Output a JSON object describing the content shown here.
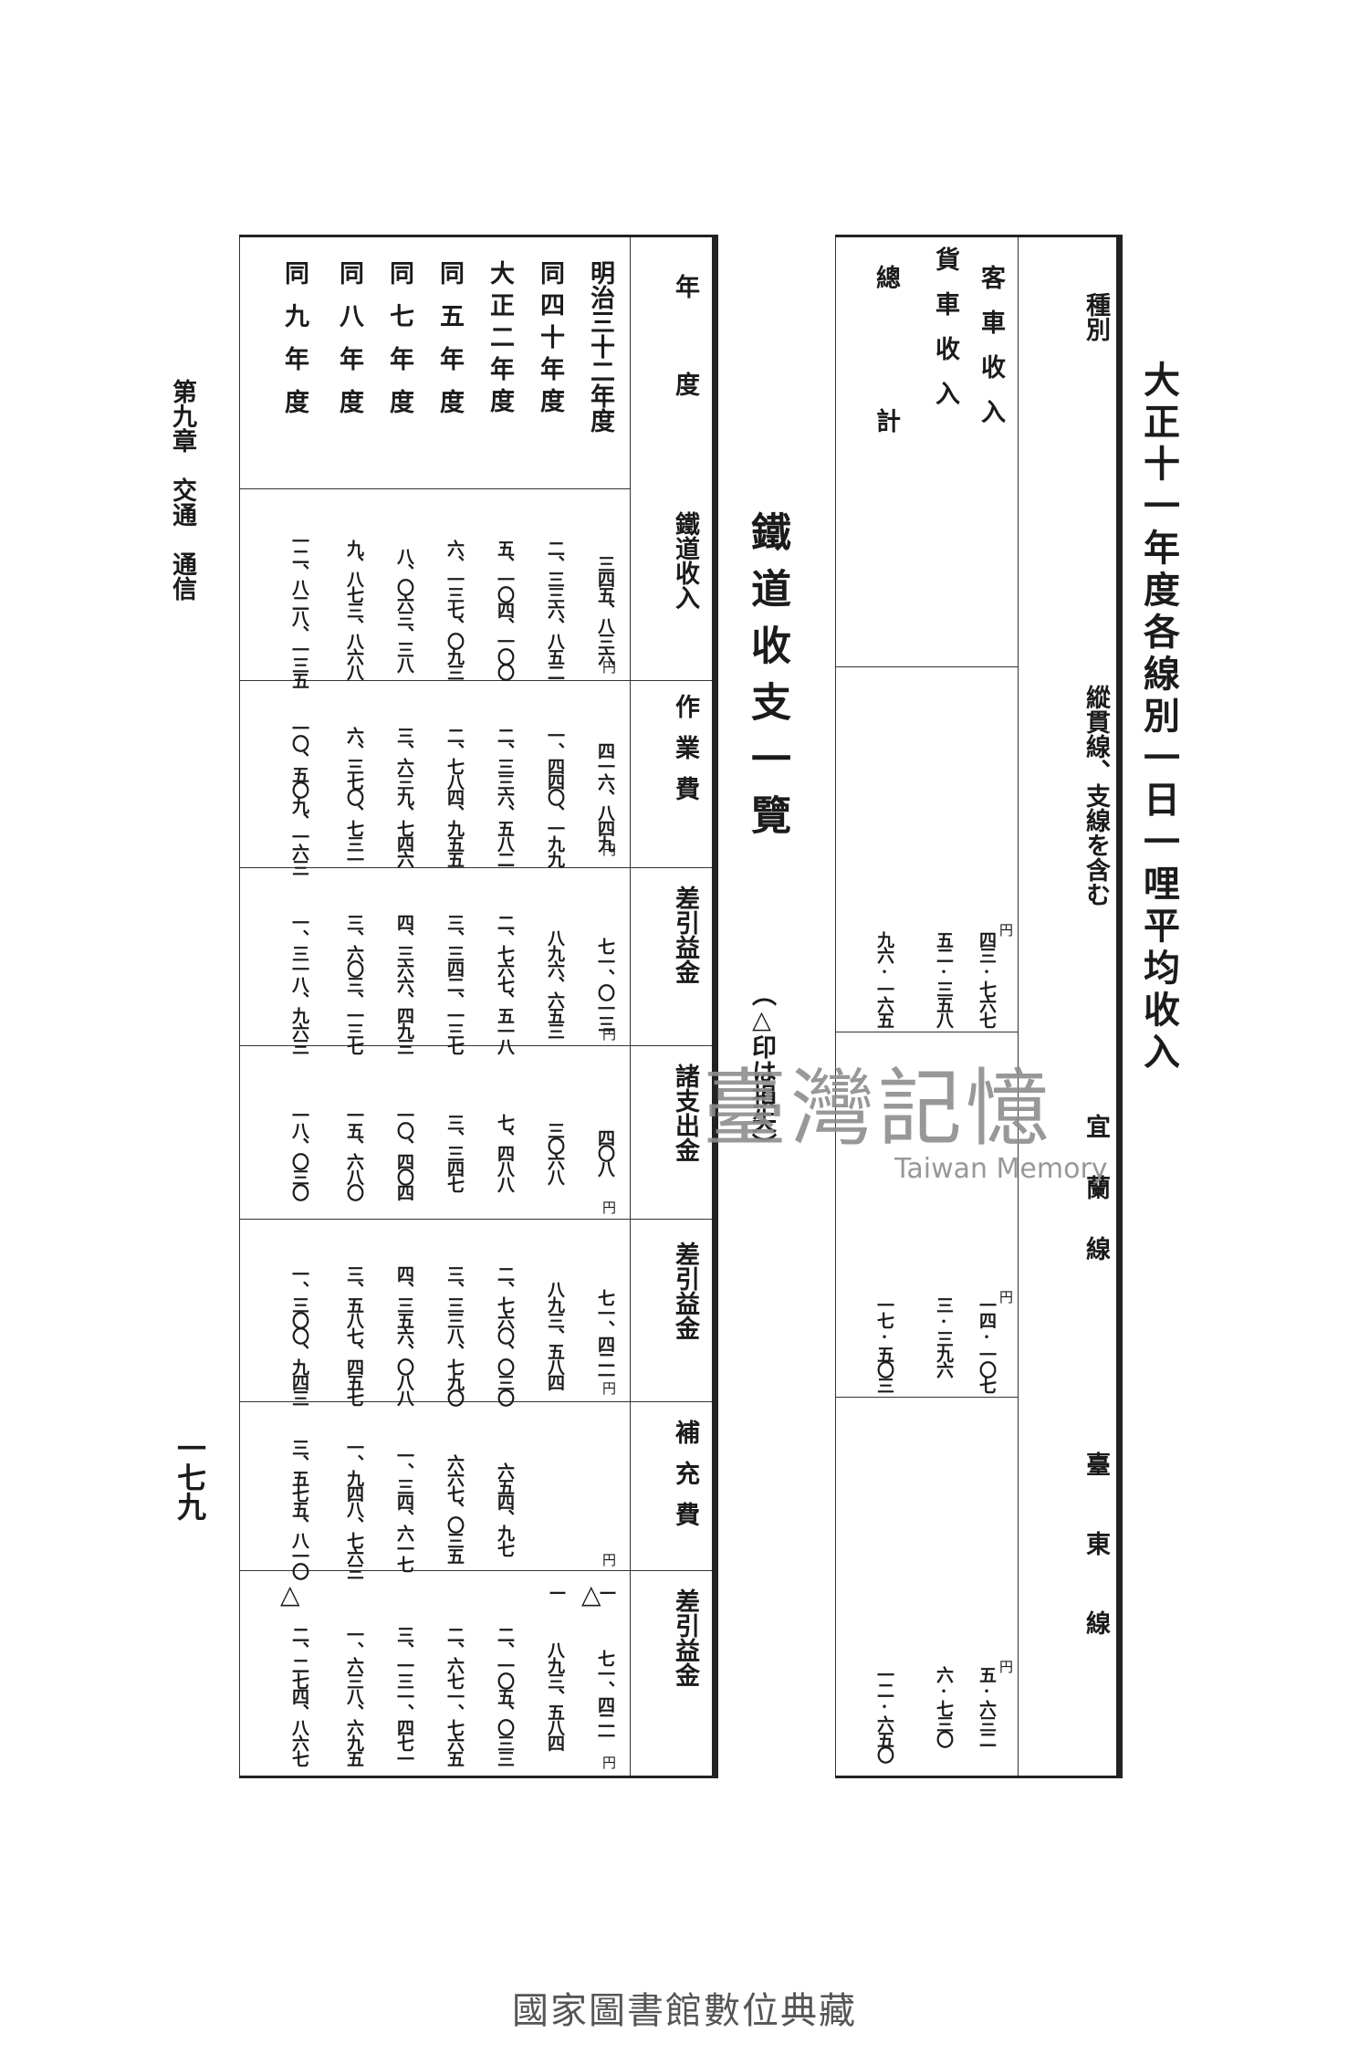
{
  "right_section": {
    "title": "大正十一年度各線別一日一哩平均收入",
    "header_label": "種別",
    "row_labels": [
      "客車收入",
      "貨車收入",
      "總計"
    ],
    "yen_mark": "円",
    "columns": [
      {
        "header": "縱貫線、支線を含む",
        "values": [
          "四三·七六七",
          "五二·三五八",
          "九六·一六五"
        ]
      },
      {
        "header": "宜蘭線",
        "values": [
          "一四·一〇七",
          "三·三九六",
          "一七·五〇三"
        ]
      },
      {
        "header": "臺東線",
        "values": [
          "五·六三二",
          "六·七三〇",
          "一二·六五〇"
        ]
      }
    ]
  },
  "left_section": {
    "title": "鐵道收支一覽",
    "note": "（△印は損失）",
    "yen_mark": "円",
    "loss_mark": "△",
    "header_year": "年度",
    "headers": [
      "鐵道收入",
      "作業費",
      "差引益金",
      "諸支出金",
      "差引益金",
      "補充費",
      "差引益金"
    ],
    "years": [
      "明治三十二年度",
      "同四十年度",
      "大正二年度",
      "同五年度",
      "同七年度",
      "同八年度",
      "同九年度"
    ],
    "rows": [
      [
        "三四五、八三六",
        "四一六、八四九",
        "七一、〇一三",
        "四〇八",
        "七一、四二一",
        "—",
        "七一、四二一"
      ],
      [
        "二、三三六、八五二",
        "一、四四〇、一九九",
        "八九六、六五三",
        "三〇六八",
        "八九三、五八四",
        "—",
        "八九三、五八四"
      ],
      [
        "五、一〇四、一〇〇",
        "二、三三六、五八二",
        "二、七六七、五一八",
        "七、四八八",
        "二、七六〇、〇三〇",
        "六五四、九七",
        "二、一〇五、〇三三"
      ],
      [
        "六、一三七、〇九三",
        "二、七八四、九五五",
        "三、三四二、一三七",
        "三、三四七",
        "三、三三八、七九〇",
        "六六七、〇三五",
        "二、六七一、七六五"
      ],
      [
        "八、〇六三、三八",
        "三、六三九、七四六",
        "四、三六六、四九三",
        "一〇、四〇四",
        "四、三五六、〇八八",
        "一、三四、六一七",
        "三、一三一、四七一"
      ],
      [
        "九、八七三、八六八",
        "六、三七〇、七三一",
        "三、六〇三、一三七",
        "一五、六八〇",
        "三、五八七、四五七",
        "一、九四八、七六三",
        "一、六三八、六九五"
      ],
      [
        "一二、八二八、一三五",
        "一〇、五〇九、一六三",
        "一、三一八、九六三",
        "一八、〇三〇",
        "一、三〇〇、九四三",
        "三、五七五、八一〇",
        "二、二七四、八六七"
      ]
    ],
    "loss_rows": [
      0,
      6
    ]
  },
  "margin": {
    "chapter": "第九章　交通　通信",
    "page_number": "一七九"
  },
  "watermark": {
    "text_cn": "臺灣記憶",
    "text_en": "Taiwan Memory"
  },
  "footer": {
    "text": "國家圖書館數位典藏"
  }
}
